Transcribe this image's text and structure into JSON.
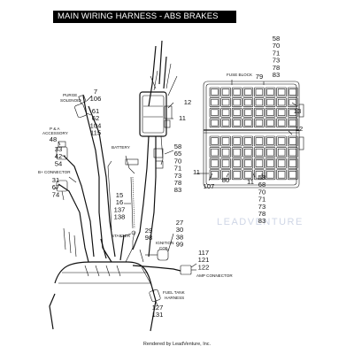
{
  "title": "MAIN WIRING HARNESS - ABS BRAKES",
  "footer": "Rendered by LeadVenture, Inc.",
  "watermark": "LEADVENTURE",
  "labels": {
    "purge_solenoid_1": "PURGE",
    "purge_solenoid_2": "SOLENOID",
    "pa_accessory_1": "P & A",
    "pa_accessory_2": "ACCESSORY",
    "bplus_connector": "B+ CONNECTOR",
    "battery": "BATTERY",
    "starter": "STARTER",
    "ignition_coil_1": "IGNITION",
    "ignition_coil_2": "COIL",
    "amp_connector": "AMP CONNECTOR",
    "fuel_tank_1": "FUEL TANK",
    "fuel_tank_2": "HARNESS",
    "fuse_block": "FUSE BLOCK"
  },
  "callouts": {
    "c_7_106": [
      "7",
      "106"
    ],
    "c_61": [
      "61",
      "62",
      "104",
      "115"
    ],
    "c_48": [
      "48"
    ],
    "c_33": [
      "33",
      "42",
      "54"
    ],
    "c_31": [
      "31",
      "67",
      "74"
    ],
    "c_12_top": [
      "12"
    ],
    "c_11_mid": [
      "11"
    ],
    "c_58_mid": [
      "58",
      "65",
      "70",
      "71",
      "73",
      "78",
      "83"
    ],
    "c_15": [
      "15",
      "16",
      "137",
      "138"
    ],
    "c_29": [
      "29",
      "98"
    ],
    "c_27": [
      "27",
      "30",
      "38",
      "99"
    ],
    "c_117": [
      "117",
      "121",
      "122"
    ],
    "c_127": [
      "127",
      "131"
    ],
    "c_58_top": [
      "58",
      "70",
      "71",
      "73",
      "78",
      "83"
    ],
    "c_79": [
      "79"
    ],
    "c_13": [
      "13"
    ],
    "c_12_right": [
      "12"
    ],
    "c_11_bl": [
      "11"
    ],
    "c_107": [
      "107"
    ],
    "c_80": [
      "80"
    ],
    "c_11_bm": [
      "11"
    ],
    "c_58_bot": [
      "58",
      "68",
      "70",
      "71",
      "73",
      "78",
      "83"
    ]
  }
}
